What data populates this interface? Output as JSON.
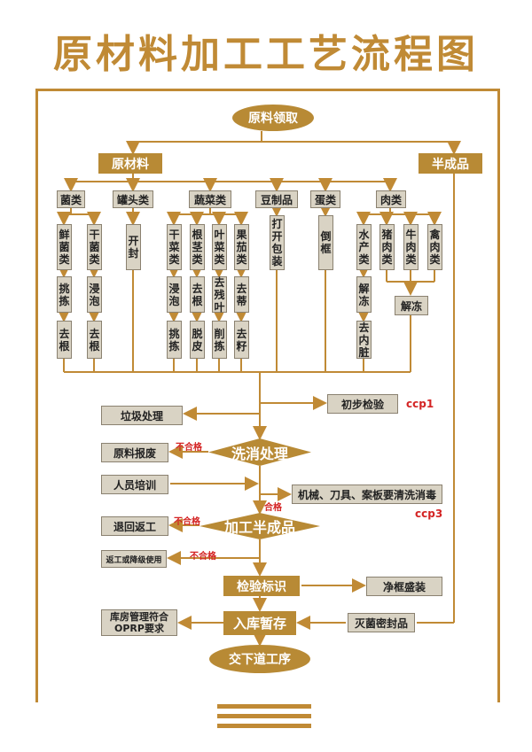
{
  "title": "原材料加工工艺流程图",
  "nodes": {
    "start": "原料领取",
    "raw": "原材料",
    "semi": "半成品",
    "cat_mushroom": "菌类",
    "cat_can": "罐头类",
    "cat_veg": "蔬菜类",
    "cat_bean": "豆制品",
    "cat_egg": "蛋类",
    "cat_meat": "肉类",
    "fresh_mushroom": "鲜菌类",
    "dry_mushroom": "干菌类",
    "open": "开封",
    "dry_veg": "干菜类",
    "root_veg": "根茎类",
    "leaf_veg": "叶菜类",
    "fruit_veg": "果茄类",
    "open_pack": "打开包装",
    "invert": "倒框",
    "aquatic": "水产类",
    "pork": "猪肉类",
    "beef": "牛肉类",
    "poultry": "禽肉类",
    "pick1": "挑拣",
    "soak1": "浸泡",
    "soak2": "浸泡",
    "remove_root1": "去根",
    "remove_dead_leaf": "去残叶",
    "remove_stem": "去蒂",
    "thaw1": "解冻",
    "thaw2": "解冻",
    "remove_root2": "去根",
    "remove_root3": "去根",
    "pick2": "挑拣",
    "peel": "脱皮",
    "pick3": "削拣",
    "remove_seed": "去籽",
    "remove_viscera": "去内脏",
    "initial_check": "初步检验",
    "garbage": "垃圾处理",
    "wash": "洗消处理",
    "scrap": "原料报废",
    "training": "人员培训",
    "machine_clean": "机械、刀具、案板要清洗消毒",
    "return": "退回返工",
    "process_semi": "加工半成品",
    "rework_downgrade": "返工或降级使用",
    "inspect_label": "检验标识",
    "clean_box": "净框盛装",
    "warehouse_req": "库房管理符合OPRP要求",
    "store": "入库暂存",
    "sterile_seal": "灭菌密封品",
    "next": "交下道工序"
  },
  "labels": {
    "unqualified1": "不合格",
    "unqualified2": "不合格",
    "unqualified3": "不合格",
    "qualified": "合格",
    "ccp1": "ccp1",
    "ccp3": "ccp3"
  },
  "colors": {
    "gold": "#c08a35",
    "box": "#d9d3c4",
    "red": "#d42424"
  }
}
